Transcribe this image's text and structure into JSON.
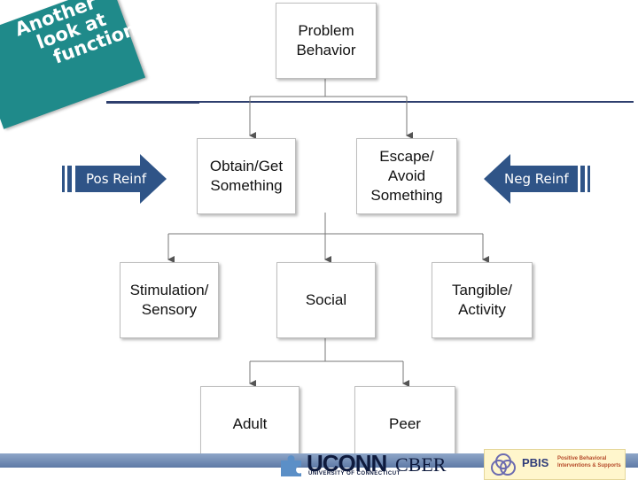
{
  "callout": {
    "lines": [
      "Another",
      "look at",
      "function"
    ]
  },
  "boxes": {
    "problem_behavior": "Problem\nBehavior",
    "obtain": "Obtain/Get\nSomething",
    "escape": "Escape/\nAvoid\nSomething",
    "stimulation": "Stimulation/\nSensory",
    "social": "Social",
    "tangible": "Tangible/\nActivity",
    "adult": "Adult",
    "peer": "Peer"
  },
  "arrows": {
    "pos_reinf": "Pos Reinf",
    "neg_reinf": "Neg Reinf"
  },
  "colors": {
    "teal": "#1f8a8a",
    "arrow_blue": "#2f5487",
    "rule": "#2e3f6e"
  },
  "footer": {
    "logos": [
      "UCONN",
      "UNIVERSITY OF CONNECTICUT",
      "CBER",
      "PBIS",
      "Positive Behavioral",
      "Interventions & Supports"
    ]
  }
}
